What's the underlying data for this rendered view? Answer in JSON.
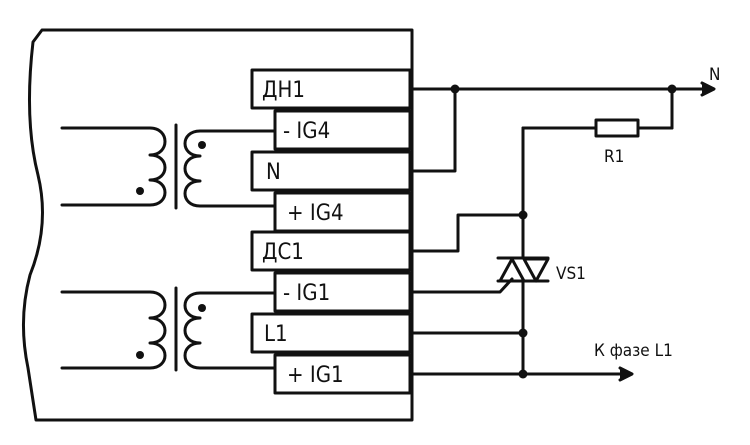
{
  "terminals": {
    "dn1": "ДН1",
    "ig4_minus": "- IG4",
    "n": "N",
    "ig4_plus": "+ IG4",
    "ds1": "ДС1",
    "ig1_minus": "- IG1",
    "l1": "L1",
    "ig1_plus": "+ IG1"
  },
  "labels": {
    "n_out": "N",
    "r1": "R1",
    "vs1": "VS1",
    "phase": "К фазе L1"
  },
  "colors": {
    "line": "#111111",
    "background": "#ffffff"
  }
}
